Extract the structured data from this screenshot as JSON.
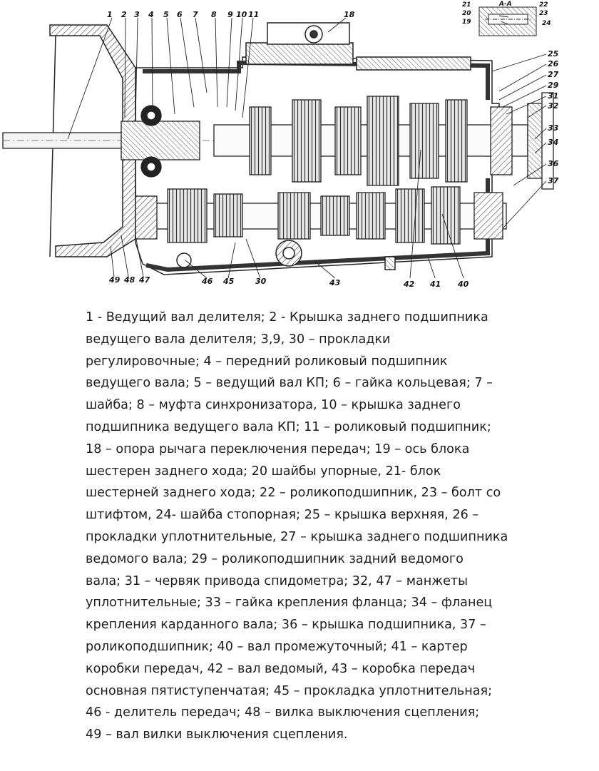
{
  "diagram": {
    "callouts": {
      "c1": "1",
      "c2": "2",
      "c3": "3",
      "c4": "4",
      "c5": "5",
      "c6": "6",
      "c7": "7",
      "c8": "8",
      "c9": "9",
      "c10": "10",
      "c11": "11",
      "c18": "18",
      "c25": "25",
      "c26": "26",
      "c27": "27",
      "c29": "29",
      "c31": "31",
      "c32": "32",
      "c33": "33",
      "c34": "34",
      "c36": "36",
      "c37": "37",
      "c40": "40",
      "c41": "41",
      "c42": "42",
      "c43": "43",
      "c30": "30",
      "c45": "45",
      "c46": "46",
      "c47": "47",
      "c48": "48",
      "c49": "49"
    },
    "inset": {
      "title": "А-А",
      "c19": "19",
      "c20": "20",
      "c21": "21",
      "c22": "22",
      "c23": "23",
      "c24": "24"
    }
  },
  "legend": {
    "lines": [
      "1 - Ведущий вал делителя; 2 - Крышка заднего подшипника",
      "ведущего вала делителя; 3,9, 30 – прокладки",
      "регулировочные; 4 – передний роликовый подшипник",
      "ведущего вала; 5 – ведущий вал КП; 6 – гайка кольцевая; 7 –",
      "шайба; 8 – муфта синхронизатора, 10 – крышка заднего",
      "подшипника ведущего вала КП; 11 – роликовый подшипник;",
      "18 – опора рычага переключения передач; 19 – ось блока",
      "шестерен заднего хода; 20 шайбы упорные, 21- блок",
      "шестерней заднего хода; 22 – роликоподшипник, 23 – болт со",
      "штифтом, 24- шайба стопорная; 25 – крышка верхняя, 26 –",
      "прокладки уплотнительные, 27 – крышка заднего подшипника",
      "ведомого вала;  29 – роликоподшипник задний ведомого",
      "вала; 31 – червяк привода спидометра; 32, 47 – манжеты",
      "уплотнительные; 33 – гайка крепления фланца; 34 – фланец",
      "крепления карданного вала; 36 – крышка подшипника,  37 –",
      "роликоподшипник; 40 – вал промежуточный; 41 – картер",
      "коробки передач, 42 – вал ведомый, 43 – коробка передач",
      "основная пятиступенчатая; 45 – прокладка уплотнительная;",
      "46 -  делитель передач; 48 – вилка выключения сцепления;",
      "49 – вал вилки выключения сцепления."
    ]
  }
}
